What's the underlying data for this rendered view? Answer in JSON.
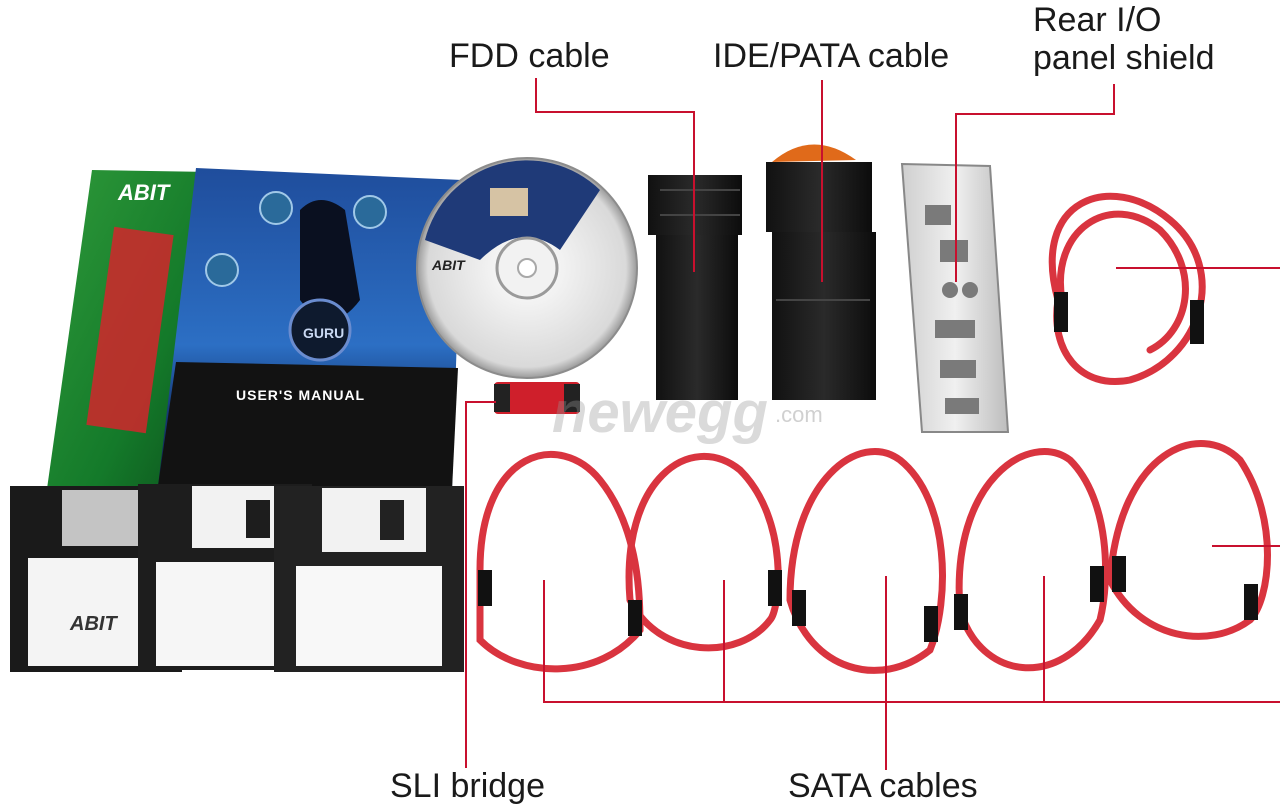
{
  "labels": {
    "fdd": "FDD cable",
    "ide": "IDE/PATA cable",
    "rear_line1": "Rear I/O",
    "rear_line2": "panel shield",
    "sli": "SLI bridge",
    "sata": "SATA cables"
  },
  "box_text": {
    "brand": "ABIT",
    "manual_title": "USER'S MANUAL",
    "guru_badge": "GURU",
    "cd_brand": "ABIT",
    "floppy_brand": "ABIT",
    "watermark": "newegg",
    "watermark_suffix": ".com"
  },
  "colors": {
    "leader_line": "#c8102e",
    "sata_cable": "#d9343f",
    "label_text": "#1a1a1a"
  }
}
